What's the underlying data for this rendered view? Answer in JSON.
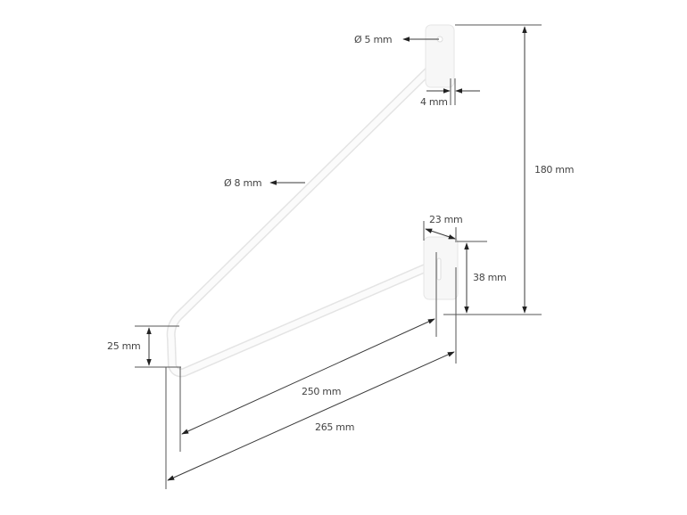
{
  "diagram": {
    "subject": "white wire shelf bracket",
    "colors": {
      "background": "#ffffff",
      "rod": "#fbfbfb",
      "rod_edge": "#e4e4e4",
      "dimension_lines": "#3a3a3a",
      "label_text": "#444444"
    },
    "dimensions": {
      "hole_diameter": "Ø 5 mm",
      "plate_thickness": "4 mm",
      "rod_diameter": "Ø 8 mm",
      "total_height": "180 mm",
      "lower_plate_width": "23 mm",
      "lower_plate_height": "38 mm",
      "front_drop": "25 mm",
      "inner_depth": "250 mm",
      "total_depth": "265 mm"
    }
  }
}
